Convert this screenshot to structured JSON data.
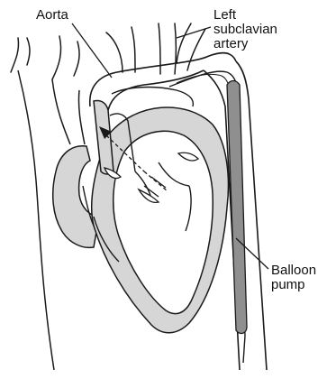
{
  "labels": {
    "aorta": "Aorta",
    "left_subclavian_artery": [
      "Left",
      "subclavian",
      "artery"
    ],
    "balloon_pump": [
      "Balloon",
      "pump"
    ]
  },
  "colors": {
    "outline": "#1a1a1a",
    "wall_fill": "#d6d6d6",
    "balloon_fill": "#8f8f8f",
    "background": "#ffffff"
  }
}
